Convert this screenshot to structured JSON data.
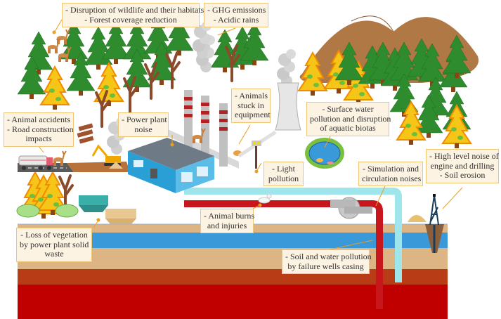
{
  "diagram": {
    "title": "",
    "labels": {
      "wildlife": [
        "- Disruption of  wildlife and their habitats",
        "- Forest coverage reduction"
      ],
      "ghg": [
        "- GHG emissions",
        "- Acidic rains"
      ],
      "road": [
        "- Animal accidents",
        "- Road construction",
        "impacts"
      ],
      "plant_noise": [
        "- Power plant",
        "noise"
      ],
      "stuck": [
        "- Animals",
        "stuck in",
        "equipment"
      ],
      "surface_water": [
        "- Surface water",
        "pollution and disruption",
        "of aquatic biotas"
      ],
      "drilling": [
        "- High level noise of",
        "engine and drilling",
        "- Soil erosion"
      ],
      "light": [
        "- Light",
        "pollution"
      ],
      "circulation": [
        "- Simulation and",
        "circulation noises"
      ],
      "burns": [
        "- Animal burns",
        "and injuries"
      ],
      "vegetation": [
        "- Loss of vegetation",
        "by power plant solid",
        "waste"
      ],
      "casing": [
        "- Soil and water pollution",
        "by failure wells casing"
      ]
    },
    "colors": {
      "label_bg": "#fdf3e3",
      "label_border": "#f0c674",
      "leader": "#e8a020",
      "soil_top": "#ddb484",
      "aquifer": "#3a9ad9",
      "soil_mid": "#ddb484",
      "rock": "#b83c16",
      "hot_zone": "#c00000",
      "hot_pipe": "#c8161d",
      "cold_pipe": "#9ee6ec",
      "tree_green": "#2e8b2e",
      "tree_yellow": "#f5c518",
      "mountain": "#b07845",
      "building": "#2a9fd6"
    },
    "icons": [
      "pine-tree-icon",
      "dry-tree-icon",
      "deer-icon",
      "power-plant-icon",
      "chimney-icon",
      "cooling-tower-icon",
      "smoke-icon",
      "truck-icon",
      "excavator-icon",
      "logs-icon",
      "pond-icon",
      "fish-icon",
      "drilling-rig-icon",
      "lamp-icon",
      "bird-icon",
      "rabbit-icon",
      "pump-icon",
      "waste-hopper-icon",
      "mountain-icon",
      "sand-pile-icon"
    ]
  }
}
